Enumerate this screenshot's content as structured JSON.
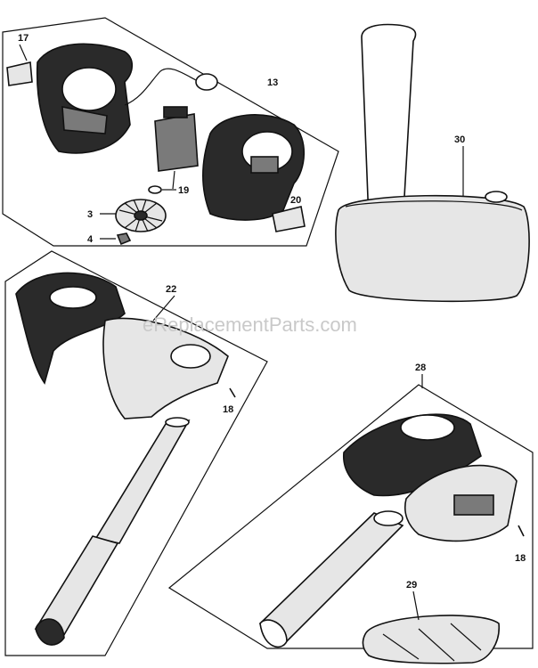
{
  "watermark": "eReplacementParts.com",
  "labels": {
    "p17": "17",
    "p13": "13",
    "p19": "19",
    "p3": "3",
    "p4": "4",
    "p20": "20",
    "p30": "30",
    "p22": "22",
    "p18a": "18",
    "p28": "28",
    "p18b": "18",
    "p29": "29"
  }
}
